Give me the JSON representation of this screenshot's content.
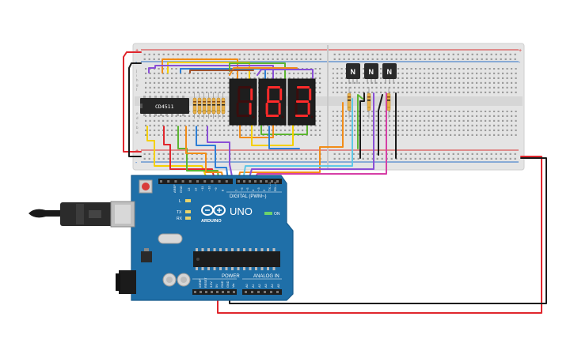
{
  "breadboard": {
    "rail_plus": "+",
    "rail_minus": "-",
    "row_letters_top": [
      "j",
      "i",
      "h",
      "g",
      "f"
    ],
    "row_letters_bottom": [
      "e",
      "d",
      "c",
      "b",
      "a"
    ]
  },
  "ic": {
    "label": "CD4511"
  },
  "display": {
    "digits": [
      "1",
      "8",
      "3"
    ],
    "seg_color": "#ff2a2a",
    "off_color": "#3a0d0d"
  },
  "transistors": {
    "label": "N",
    "count": 3
  },
  "arduino": {
    "brand_label": "ARDUINO",
    "model_label": "UNO",
    "digital_label": "DIGITAL (PWM~)",
    "power_label": "POWER",
    "analog_label": "ANALOG IN",
    "on_label": "ON",
    "l_label": "L",
    "tx_label": "TX",
    "rx_label": "RX",
    "aref_label": "AREF",
    "gnd_label": "GND",
    "digital_pins": [
      "13",
      "12",
      "~11",
      "~10",
      "~9",
      "8",
      "7",
      "~6",
      "~5",
      "4",
      "~3",
      "2",
      "TX→1",
      "RX←0"
    ],
    "power_pins": [
      "IOREF",
      "RESET",
      "3.3V",
      "5V",
      "GND",
      "GND",
      "Vin"
    ],
    "analog_pins": [
      "A0",
      "A1",
      "A2",
      "A3",
      "A4",
      "A5"
    ]
  },
  "colors": {
    "board": "#1f6fa8",
    "board_dark": "#185b8c",
    "breadboard": "#e6e6e6",
    "rail_red": "#d93232",
    "rail_blue": "#2b6fc9",
    "wire_red": "#e0262d",
    "wire_black": "#1a1a1a",
    "wire_orange": "#f28c18",
    "wire_yellow": "#f5d000",
    "wire_green": "#5cb531",
    "wire_blue": "#2d7fd6",
    "wire_purple": "#8a4fd6",
    "wire_magenta": "#d63fa6",
    "wire_cyan": "#5ec8e8",
    "wire_brown": "#a0522d"
  }
}
